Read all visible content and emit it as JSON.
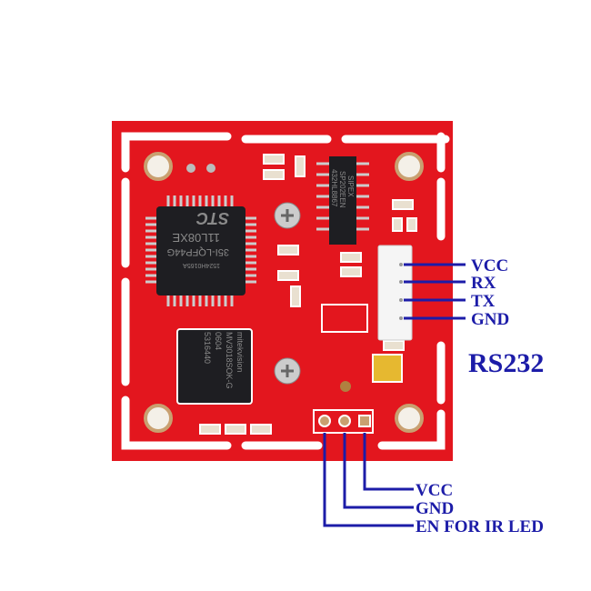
{
  "uart_labels": [
    "VCC",
    "RX",
    "TX",
    "GND"
  ],
  "uart_title": "RS232",
  "power_labels": [
    "VCC",
    "GND",
    "EN FOR IR LED"
  ],
  "chips": {
    "mcu": [
      "STC",
      "11L08XE",
      "35I-LQFP44G",
      "1524H0165A"
    ],
    "transceiver": [
      "SIPEX",
      "SP202EEN",
      "432HL8867"
    ],
    "sensor": [
      "mitekvision",
      "MV3018SOK-G",
      "0604",
      "5316440"
    ]
  },
  "colors": {
    "board": "#e3161e",
    "annotation": "#1c1ca8",
    "chip": "#1e1e22"
  }
}
